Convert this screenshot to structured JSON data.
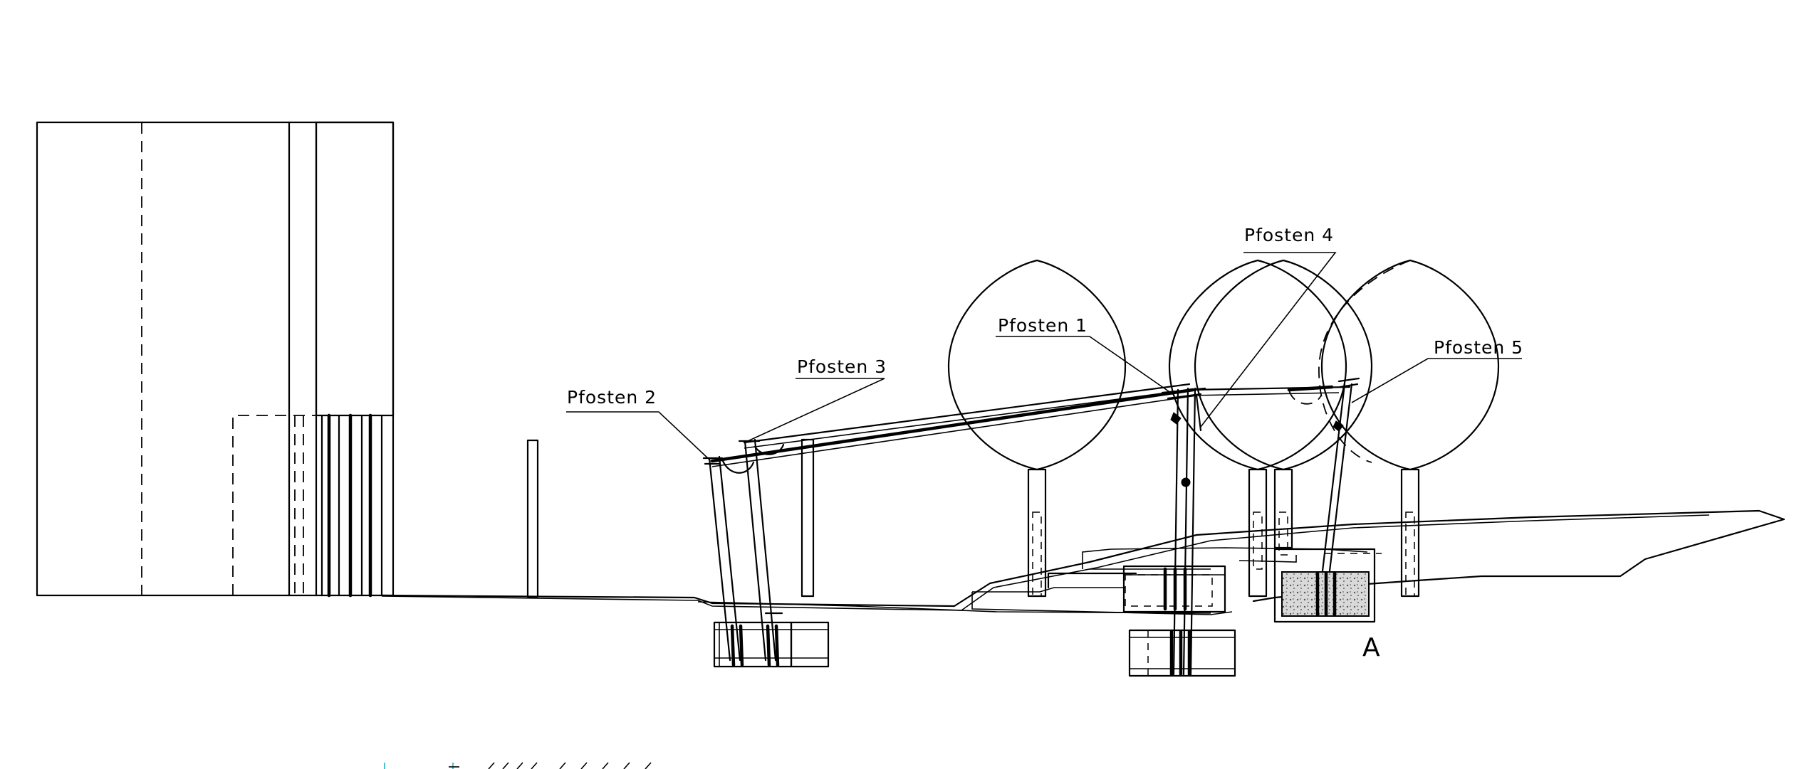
{
  "labels": {
    "pfosten1": "Pfosten 1",
    "pfosten2": "Pfosten 2",
    "pfosten3": "Pfosten 3",
    "pfosten4": "Pfosten 4",
    "pfosten5": "Pfosten 5",
    "detail_a": "A"
  },
  "colors": {
    "line": "#000000",
    "background": "#ffffff",
    "accent": "#19b3c8"
  }
}
